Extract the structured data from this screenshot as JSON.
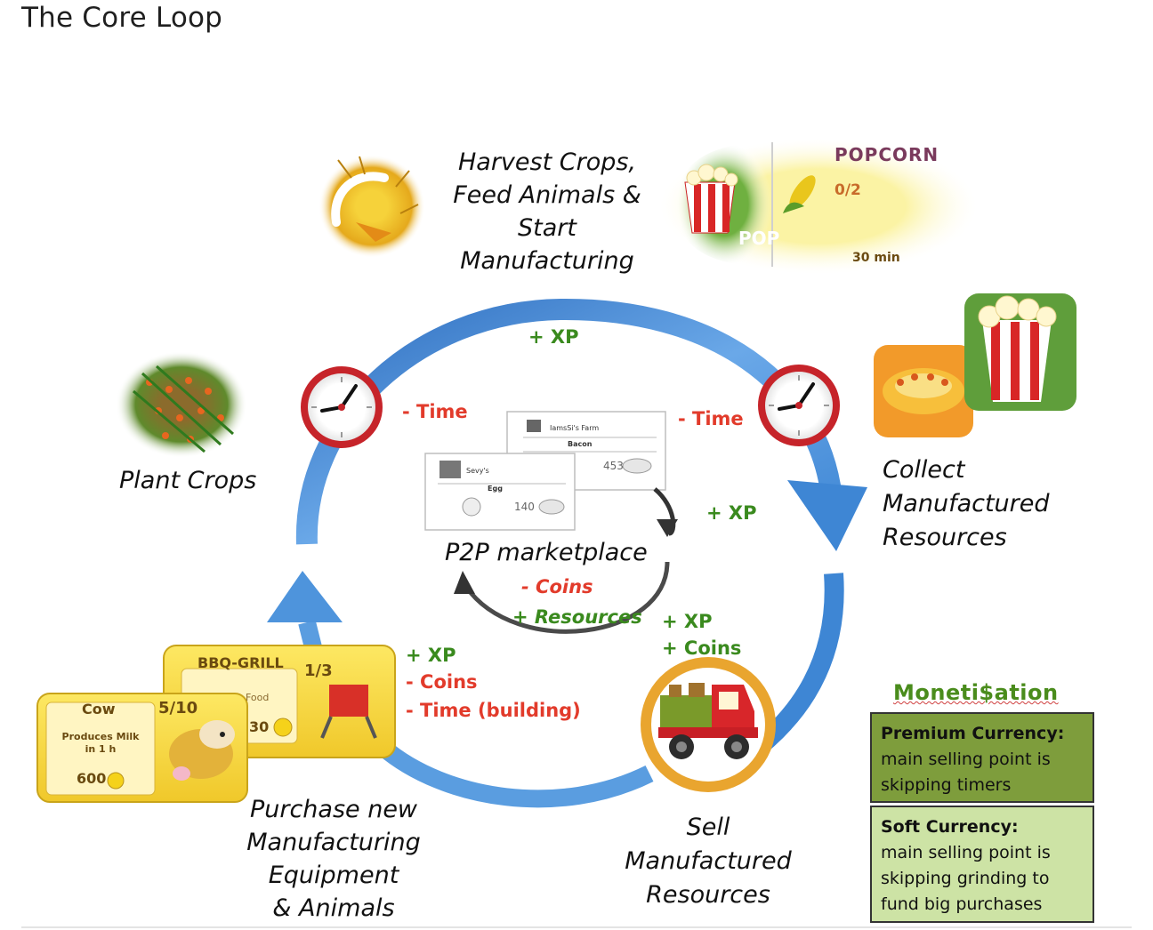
{
  "page": {
    "title": "The Core Loop"
  },
  "steps": {
    "harvest": "Harvest Crops,\nFeed Animals &\nStart\nManufacturing",
    "plant": "Plant Crops",
    "collect": "Collect\nManufactured\nResources",
    "purchase": "Purchase new\nManufacturing Equipment\n& Animals",
    "sell": "Sell\nManufactured\nResources"
  },
  "edges": {
    "top_xp": "+ XP",
    "left_time": "- Time",
    "right_time": "- Time",
    "right_xp": "+ XP",
    "sell_xp": "+ XP",
    "sell_coins": "+ Coins",
    "purchase_xp": "+ XP",
    "purchase_coins": "- Coins",
    "purchase_time": "- Time (building)"
  },
  "p2p": {
    "title": "P2P marketplace",
    "coins": "- Coins",
    "resources": "+ Resources",
    "card_back_farm": "IamsSi's Farm",
    "card_back_item": "Bacon",
    "card_back_price": "453",
    "card_front_farm": "Sevy's",
    "card_front_item": "Egg",
    "card_front_price": "140"
  },
  "popcorn_panel": {
    "title": "POPCORN",
    "progress": "0/2",
    "time": "30 min",
    "label": "POP"
  },
  "shop_cards": {
    "cow": {
      "title": "Cow",
      "count": "5/10",
      "desc": "Produces Milk\nin 1 h",
      "price": "600"
    },
    "grill": {
      "title": "BBQ-GRILL",
      "count": "1/3",
      "desc": "Food",
      "price": "30"
    }
  },
  "monetisation": {
    "title": "Moneti$ation",
    "premium_title": "Premium Currency:",
    "premium_text": "main selling point is skipping timers",
    "soft_title": "Soft Currency:",
    "soft_text": "main selling point is skipping grinding to fund big purchases"
  },
  "colors": {
    "arrow_blue": "#3e86d4",
    "gain_green": "#3a8a1e",
    "cost_red": "#e23b2b",
    "premium_bg": "#7e9d3c",
    "soft_bg": "#cde3a5"
  }
}
